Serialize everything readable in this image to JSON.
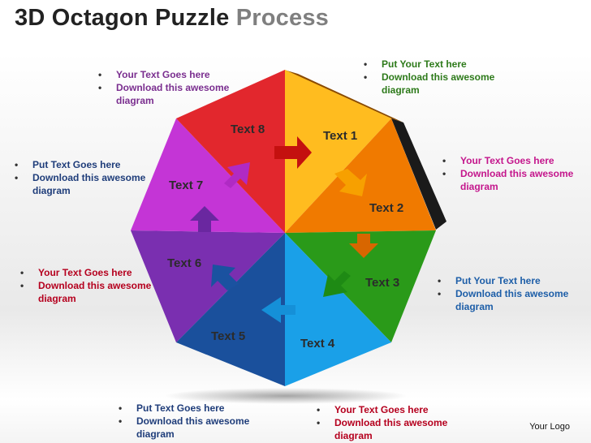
{
  "title": {
    "main": "3D Octagon Puzzle",
    "sub": "Process"
  },
  "segments": [
    {
      "label": "Text 1",
      "color": "#ffb300"
    },
    {
      "label": "Text 2",
      "color": "#f07a00"
    },
    {
      "label": "Text  3",
      "color": "#2a9a19"
    },
    {
      "label": "Text 4",
      "color": "#1aa0e8"
    },
    {
      "label": "Text 5",
      "color": "#1f5fb8"
    },
    {
      "label": "Text 6",
      "color": "#7a2fb0"
    },
    {
      "label": "Text 7",
      "color": "#c435d6"
    },
    {
      "label": "Text 8",
      "color": "#e0151c"
    }
  ],
  "callouts": [
    {
      "items": [
        "Your Text Goes here",
        "Download this awesome",
        "diagram"
      ],
      "color": "#7a2e8f"
    },
    {
      "items": [
        "Put Your Text  here",
        "Download this awesome",
        "diagram"
      ],
      "color": "#2d7a1a"
    },
    {
      "items": [
        "Put Text Goes here",
        "Download this awesome",
        "diagram"
      ],
      "color": "#1f3d7a"
    },
    {
      "items": [
        "Your Text Goes here",
        "Download this awesome",
        "diagram"
      ],
      "color": "#b5001e"
    },
    {
      "items": [
        "Your Text Goes here",
        "Download this awesome",
        "diagram"
      ],
      "color": "#c4168c"
    },
    {
      "items": [
        "Put Your Text  here",
        "Download this awesome",
        "diagram"
      ],
      "color": "#1d5ea8"
    },
    {
      "items": [
        "Put Text Goes here",
        "Download this awesome",
        "diagram"
      ],
      "color": "#1f3d7a"
    },
    {
      "items": [
        "Your Text Goes here",
        "Download this awesome",
        "diagram"
      ],
      "color": "#b5001e"
    }
  ],
  "logo": "Your Logo"
}
